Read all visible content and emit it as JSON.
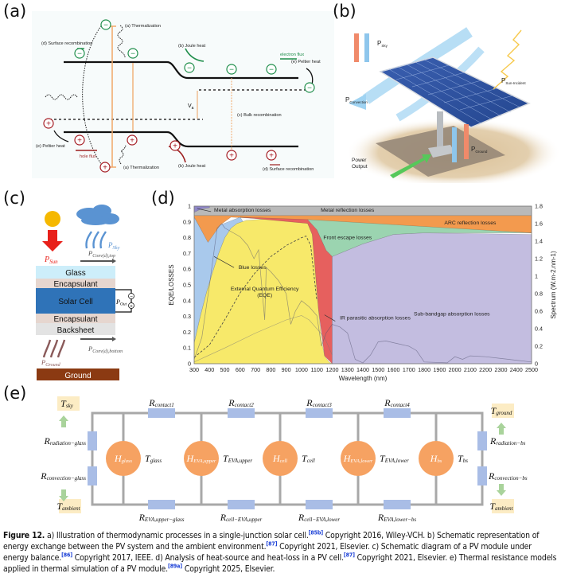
{
  "panels": {
    "a": {
      "label": "(a)",
      "texts": {
        "thermalization_top": "(a) Thermalization",
        "thermalization_bottom": "(a) Thermalization",
        "surface_recomb_top": "(d) Surface recombination",
        "surface_recomb_bottom": "(d) Surface recombination",
        "joule_top": "(b) Joule heat",
        "joule_bottom": "(b) Joule heat",
        "peltier_right": "(e) Peltier heat",
        "peltier_left": "(e) Peltier heat",
        "electron_flux": "electron flux",
        "hole_flux": "hole flux",
        "bulk_recomb": "(c) Bulk recombination",
        "voltage": "V",
        "voltage_sub": "a",
        "minus": "−",
        "plus": "+"
      }
    },
    "b": {
      "label": "(b)",
      "texts": {
        "p": "P",
        "sky": "Sky",
        "sun_incident": "Sun-Incident",
        "convection": "Convection",
        "ground": "Ground",
        "power_output_1": "Power",
        "power_output_2": "Output"
      }
    },
    "c": {
      "label": "(c)",
      "layers": [
        "Glass",
        "Encapsulant",
        "Solar Cell",
        "Encapsulant",
        "Backsheet"
      ],
      "ground": "Ground",
      "texts": {
        "p": "P",
        "sun": "Sun",
        "sky": "Sky",
        "conv_top": "Conv(d),top",
        "conv_bottom": "Conv(d),bottom",
        "ground_sub": "Ground",
        "out": "Out",
        "minus": "−",
        "plus": "+"
      },
      "colors": {
        "sun": "#f5b800",
        "sun_arrow": "#e8201a",
        "sky": "#5a9be0",
        "glass": "#cdeefa",
        "encapsulant": "#e6d6cf",
        "solar_cell": "#2f73b8",
        "backsheet": "#e3e3e3",
        "ground": "#8b3a12",
        "ground_arrow": "#8a5a5a"
      }
    },
    "d": {
      "label": "(d)"
    },
    "e": {
      "label": "(e)",
      "top_resistors": [
        "contact1",
        "contact2",
        "contact3",
        "contact4"
      ],
      "bottom_resistors": [
        "EVA,upper−glass",
        "cell−EVA,upper",
        "cell−EVA,lower",
        "EVA,lower−bs"
      ],
      "nodes": [
        {
          "h": "glass",
          "t": "glass"
        },
        {
          "h": "EVA,upper",
          "t": "EVA,upper"
        },
        {
          "h": "cell",
          "t": "cell"
        },
        {
          "h": "EVA,lower",
          "t": "EVA,lower"
        },
        {
          "h": "bs",
          "t": "bs"
        }
      ],
      "left": {
        "r_top": "radiation−glass",
        "r_bottom": "convection−glass",
        "t_top": "sky",
        "t_bottom": "ambient"
      },
      "right": {
        "r_top": "radiation−bs",
        "r_bottom": "convection−bs",
        "t_top": "ground",
        "t_bottom": "ambient"
      },
      "symbols": {
        "R": "R",
        "H": "H",
        "T": "T"
      },
      "colors": {
        "node": "#f6a262",
        "resistor": "#a9bde6",
        "wire": "#a8a8a8",
        "temp_box": "#fcecc4",
        "arrow": "#a9d39b"
      }
    }
  },
  "chart_data": {
    "type": "area",
    "title": "",
    "xlabel": "Wavelength (nm)",
    "ylabel": "EQE/LOSSES",
    "ylabel_right": "Spectrum (W.m-2.nm-1)",
    "xlim": [
      300,
      2500
    ],
    "ylim": [
      0,
      1
    ],
    "ylim_right": [
      0,
      1.8
    ],
    "x_ticks": [
      300,
      400,
      500,
      600,
      700,
      800,
      900,
      1000,
      1100,
      1200,
      1300,
      1400,
      1500,
      1600,
      1700,
      1800,
      1900,
      2000,
      2100,
      2200,
      2300,
      2400,
      2500
    ],
    "y_ticks": [
      0,
      0.1,
      0.2,
      0.3,
      0.4,
      0.5,
      0.6,
      0.7,
      0.8,
      0.9,
      1
    ],
    "y_ticks_right": [
      0,
      0.2,
      0.4,
      0.6,
      0.8,
      1,
      1.2,
      1.4,
      1.6,
      1.8
    ],
    "grid": false,
    "regions": [
      {
        "name": "Metal reflection losses",
        "color": "#b9b9b9",
        "lower": [
          [
            300,
            0.94
          ],
          [
            2500,
            0.94
          ]
        ],
        "upper": [
          [
            300,
            1
          ],
          [
            2500,
            1
          ]
        ]
      },
      {
        "name": "Metal absorption losses",
        "color": "#8e86c8",
        "lower": [
          [
            300,
            0.96
          ],
          [
            330,
            0.975
          ],
          [
            360,
            0.985
          ],
          [
            400,
            0.99
          ]
        ],
        "upper": [
          [
            300,
            1
          ],
          [
            400,
            1
          ]
        ]
      },
      {
        "name": "ARC reflection losses",
        "color": "#f39a4e",
        "lower": [
          [
            300,
            0.93
          ],
          [
            340,
            0.86
          ],
          [
            370,
            0.79
          ],
          [
            390,
            0.77
          ],
          [
            420,
            0.8
          ],
          [
            470,
            0.88
          ],
          [
            540,
            0.93
          ],
          [
            2500,
            0.83
          ]
        ],
        "upper": [
          [
            300,
            0.94
          ],
          [
            2500,
            0.94
          ]
        ]
      },
      {
        "name": "Blue losses",
        "color": "#a9c9ec",
        "lower": [
          [
            300,
            0.13
          ],
          [
            340,
            0.3
          ],
          [
            380,
            0.45
          ],
          [
            420,
            0.58
          ],
          [
            460,
            0.7
          ],
          [
            500,
            0.8
          ],
          [
            540,
            0.86
          ],
          [
            580,
            0.89
          ],
          [
            620,
            0.9
          ]
        ],
        "upper": [
          [
            300,
            0.93
          ],
          [
            340,
            0.86
          ],
          [
            390,
            0.77
          ],
          [
            470,
            0.88
          ],
          [
            600,
            0.93
          ]
        ]
      },
      {
        "name": "External Quantum Efficiency (EQE)",
        "color": "#f7e96a",
        "lower": [
          [
            300,
            0
          ],
          [
            1200,
            0
          ]
        ],
        "upper": [
          [
            300,
            0.13
          ],
          [
            340,
            0.3
          ],
          [
            380,
            0.45
          ],
          [
            420,
            0.58
          ],
          [
            460,
            0.7
          ],
          [
            500,
            0.8
          ],
          [
            540,
            0.86
          ],
          [
            580,
            0.89
          ],
          [
            640,
            0.91
          ],
          [
            800,
            0.92
          ],
          [
            950,
            0.915
          ],
          [
            1040,
            0.89
          ],
          [
            1070,
            0.82
          ],
          [
            1090,
            0.6
          ],
          [
            1110,
            0.35
          ],
          [
            1130,
            0.15
          ],
          [
            1150,
            0.05
          ],
          [
            1180,
            0.01
          ],
          [
            1200,
            0
          ]
        ]
      },
      {
        "name": "Front escape losses",
        "color": "#9bd4b0",
        "lower": [
          [
            1040,
            0.9
          ],
          [
            1100,
            0.85
          ],
          [
            1160,
            0.72
          ],
          [
            1200,
            0.68
          ],
          [
            1400,
            0.76
          ],
          [
            1600,
            0.82
          ],
          [
            1800,
            0.83
          ],
          [
            2500,
            0.83
          ]
        ],
        "upper": [
          [
            1040,
            0.915
          ],
          [
            2500,
            0.83
          ]
        ]
      },
      {
        "name": "IR parasitic absorption losses",
        "color": "#e6605e",
        "lower": [
          [
            1040,
            0.89
          ],
          [
            1070,
            0.82
          ],
          [
            1110,
            0.35
          ],
          [
            1150,
            0.05
          ],
          [
            1200,
            0
          ]
        ],
        "upper": [
          [
            600,
            0.93
          ],
          [
            1040,
            0.915
          ],
          [
            1100,
            0.85
          ],
          [
            1160,
            0.72
          ],
          [
            1200,
            0.68
          ]
        ]
      },
      {
        "name": "Sub-bandgap absorption losses",
        "color": "#c3bde0",
        "lower": [
          [
            1200,
            0
          ],
          [
            2500,
            0
          ]
        ],
        "upper": [
          [
            1200,
            0.68
          ],
          [
            1400,
            0.76
          ],
          [
            1600,
            0.82
          ],
          [
            1800,
            0.83
          ],
          [
            2500,
            0.82
          ]
        ]
      }
    ],
    "series": [
      {
        "name": "EQE dashed",
        "style": "dashed",
        "points": [
          [
            300,
            0.04
          ],
          [
            400,
            0.12
          ],
          [
            500,
            0.28
          ],
          [
            600,
            0.45
          ],
          [
            700,
            0.58
          ],
          [
            800,
            0.68
          ],
          [
            900,
            0.75
          ],
          [
            1000,
            0.8
          ],
          [
            1030,
            0.81
          ],
          [
            1060,
            0.75
          ],
          [
            1100,
            0.4
          ]
        ]
      },
      {
        "name": "Solar spectrum (AM1.5)",
        "axis": "right",
        "points": [
          [
            300,
            0.05
          ],
          [
            350,
            0.3
          ],
          [
            400,
            0.9
          ],
          [
            450,
            1.55
          ],
          [
            480,
            1.6
          ],
          [
            500,
            1.55
          ],
          [
            550,
            1.5
          ],
          [
            600,
            1.45
          ],
          [
            650,
            1.35
          ],
          [
            690,
            1.2
          ],
          [
            720,
            1.3
          ],
          [
            760,
            0.5
          ],
          [
            770,
            1.1
          ],
          [
            800,
            1.05
          ],
          [
            850,
            0.95
          ],
          [
            900,
            0.8
          ],
          [
            930,
            0.45
          ],
          [
            960,
            0.6
          ],
          [
            1000,
            0.72
          ],
          [
            1050,
            0.65
          ],
          [
            1100,
            0.55
          ],
          [
            1130,
            0.2
          ],
          [
            1160,
            0.35
          ],
          [
            1200,
            0.45
          ],
          [
            1250,
            0.42
          ],
          [
            1300,
            0.35
          ],
          [
            1350,
            0.05
          ],
          [
            1400,
            0.01
          ],
          [
            1450,
            0.1
          ],
          [
            1500,
            0.25
          ],
          [
            1550,
            0.26
          ],
          [
            1600,
            0.24
          ],
          [
            1700,
            0.2
          ],
          [
            1750,
            0.15
          ],
          [
            1800,
            0.02
          ],
          [
            1950,
            0.01
          ],
          [
            2000,
            0.08
          ],
          [
            2050,
            0.05
          ],
          [
            2100,
            0.09
          ],
          [
            2200,
            0.08
          ],
          [
            2300,
            0.06
          ],
          [
            2400,
            0.04
          ],
          [
            2500,
            0.02
          ]
        ]
      },
      {
        "name": "Spectrum envelope",
        "axis": "right",
        "points": [
          [
            300,
            0.02
          ],
          [
            500,
            0.18
          ],
          [
            700,
            0.35
          ],
          [
            900,
            0.5
          ],
          [
            1000,
            0.55
          ],
          [
            1050,
            0.5
          ],
          [
            1150,
            0.3
          ],
          [
            1200,
            0.1
          ]
        ]
      }
    ],
    "annotations": [
      "Metal absorption losses",
      "Metal reflection losses",
      "ARC reflection losses",
      "Front escape losses",
      "Blue losses",
      "External Quantum Efficiency",
      "(EQE)",
      "IR parasitic absorption losses",
      "Sub-bandgap absorption losses"
    ]
  },
  "caption": {
    "figure": "Figure 12.",
    "a": " a) Illustration of thermodynamic processes in a single-junction solar cell.",
    "a_ref": "[85b]",
    "a_copy": " Copyright 2016, Wiley-VCH. b) Schematic representation of energy exchange between the PV system and the ambient environment.",
    "b_ref": "[87]",
    "b_copy": " Copyright 2021, Elsevier. c) Schematic diagram of a PV module under energy balance.",
    "c_ref": "[86]",
    "c_copy": " Copyright 2017, IEEE. d) Analysis of heat-source and heat-loss in a PV cell.",
    "d_ref": "[87]",
    "d_copy": " Copyright 2021, Elsevier. e) Thermal resistance models applied in thermal simulation of a PV module.",
    "e_ref": "[89a]",
    "e_copy": " Copyright 2025, Elsevier."
  }
}
